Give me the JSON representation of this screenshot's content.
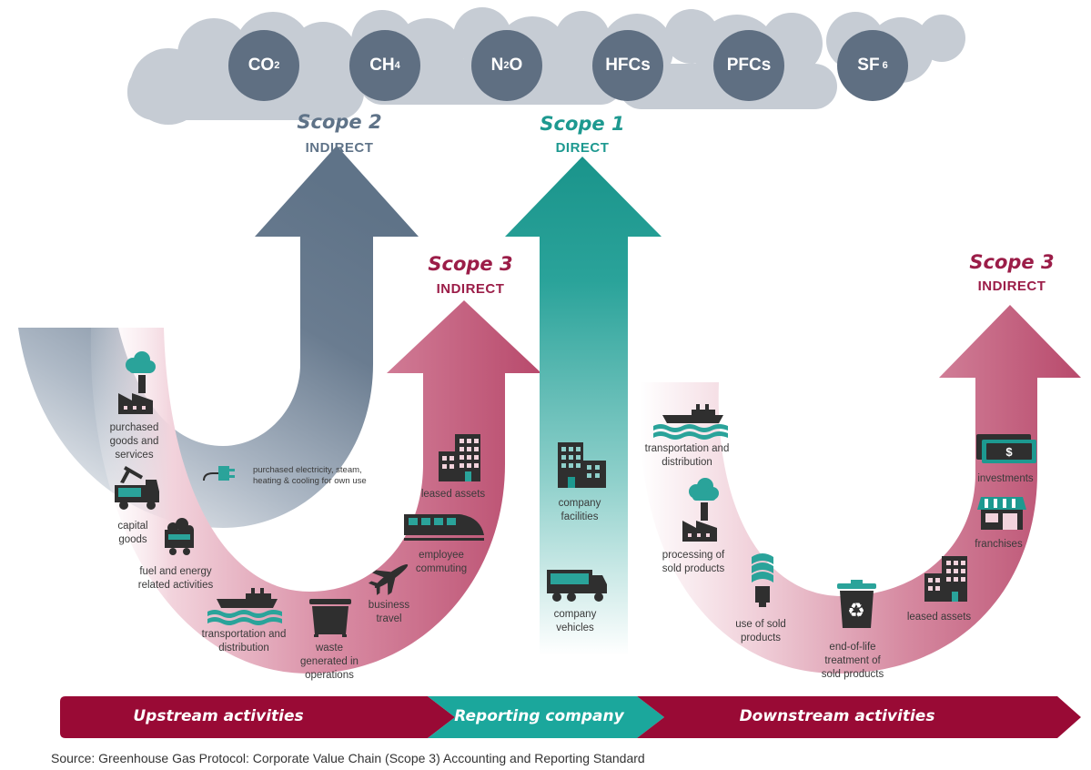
{
  "gases": [
    {
      "main": "CO",
      "sub": "2",
      "icon": "co2-cloud-icon"
    },
    {
      "main": "CH",
      "sub": "4",
      "icon": "ch4-cloud-icon"
    },
    {
      "main": "N",
      "sub": "2",
      "tail": "O",
      "icon": "n2o-cloud-icon"
    },
    {
      "main": "HFCs",
      "icon": "hfcs-cloud-icon"
    },
    {
      "main": "PFCs",
      "icon": "pfcs-cloud-icon"
    },
    {
      "main": "SF",
      "sub": "6",
      "icon": "sf6-cloud-icon"
    }
  ],
  "scopes": {
    "scope2": {
      "title": "Scope 2",
      "subtitle": "INDIRECT",
      "color": "#5f7388"
    },
    "scope1": {
      "title": "Scope 1",
      "subtitle": "DIRECT",
      "color": "#1d9990"
    },
    "scope3_up": {
      "title": "Scope 3",
      "subtitle": "INDIRECT",
      "color": "#9b1d48"
    },
    "scope3_down": {
      "title": "Scope 3",
      "subtitle": "INDIRECT",
      "color": "#9b1d48"
    }
  },
  "upstream_items": {
    "purchased_goods": "purchased goods and services",
    "capital_goods": "capital goods",
    "fuel_energy": "fuel and energy related activities",
    "transport": "transportation and distribution",
    "waste": "waste generated in operations",
    "business_travel": "business travel",
    "employee_commuting": "employee commuting",
    "leased_assets": "leased assets"
  },
  "scope2_item": "purchased electricity, steam, heating & cooling for own use",
  "company_items": {
    "facilities": "company facilities",
    "vehicles": "company vehicles"
  },
  "downstream_items": {
    "transport": "transportation and distribution",
    "processing": "processing of sold products",
    "use": "use of sold products",
    "end_of_life": "end-of-life treatment of sold products",
    "leased_assets": "leased assets",
    "franchises": "franchises",
    "investments": "investments"
  },
  "bar": {
    "upstream": "Upstream activities",
    "reporting": "Reporting company",
    "downstream": "Downstream activities"
  },
  "source": "Source: Greenhouse Gas Protocol: Corporate Value Chain (Scope 3) Accounting and Reporting Standard",
  "colors": {
    "maroon": "#9b1d48",
    "teal": "#1d9990",
    "slate": "#5f7388",
    "cloud": "#c6ccd4",
    "icon": "#2f2f2f"
  }
}
